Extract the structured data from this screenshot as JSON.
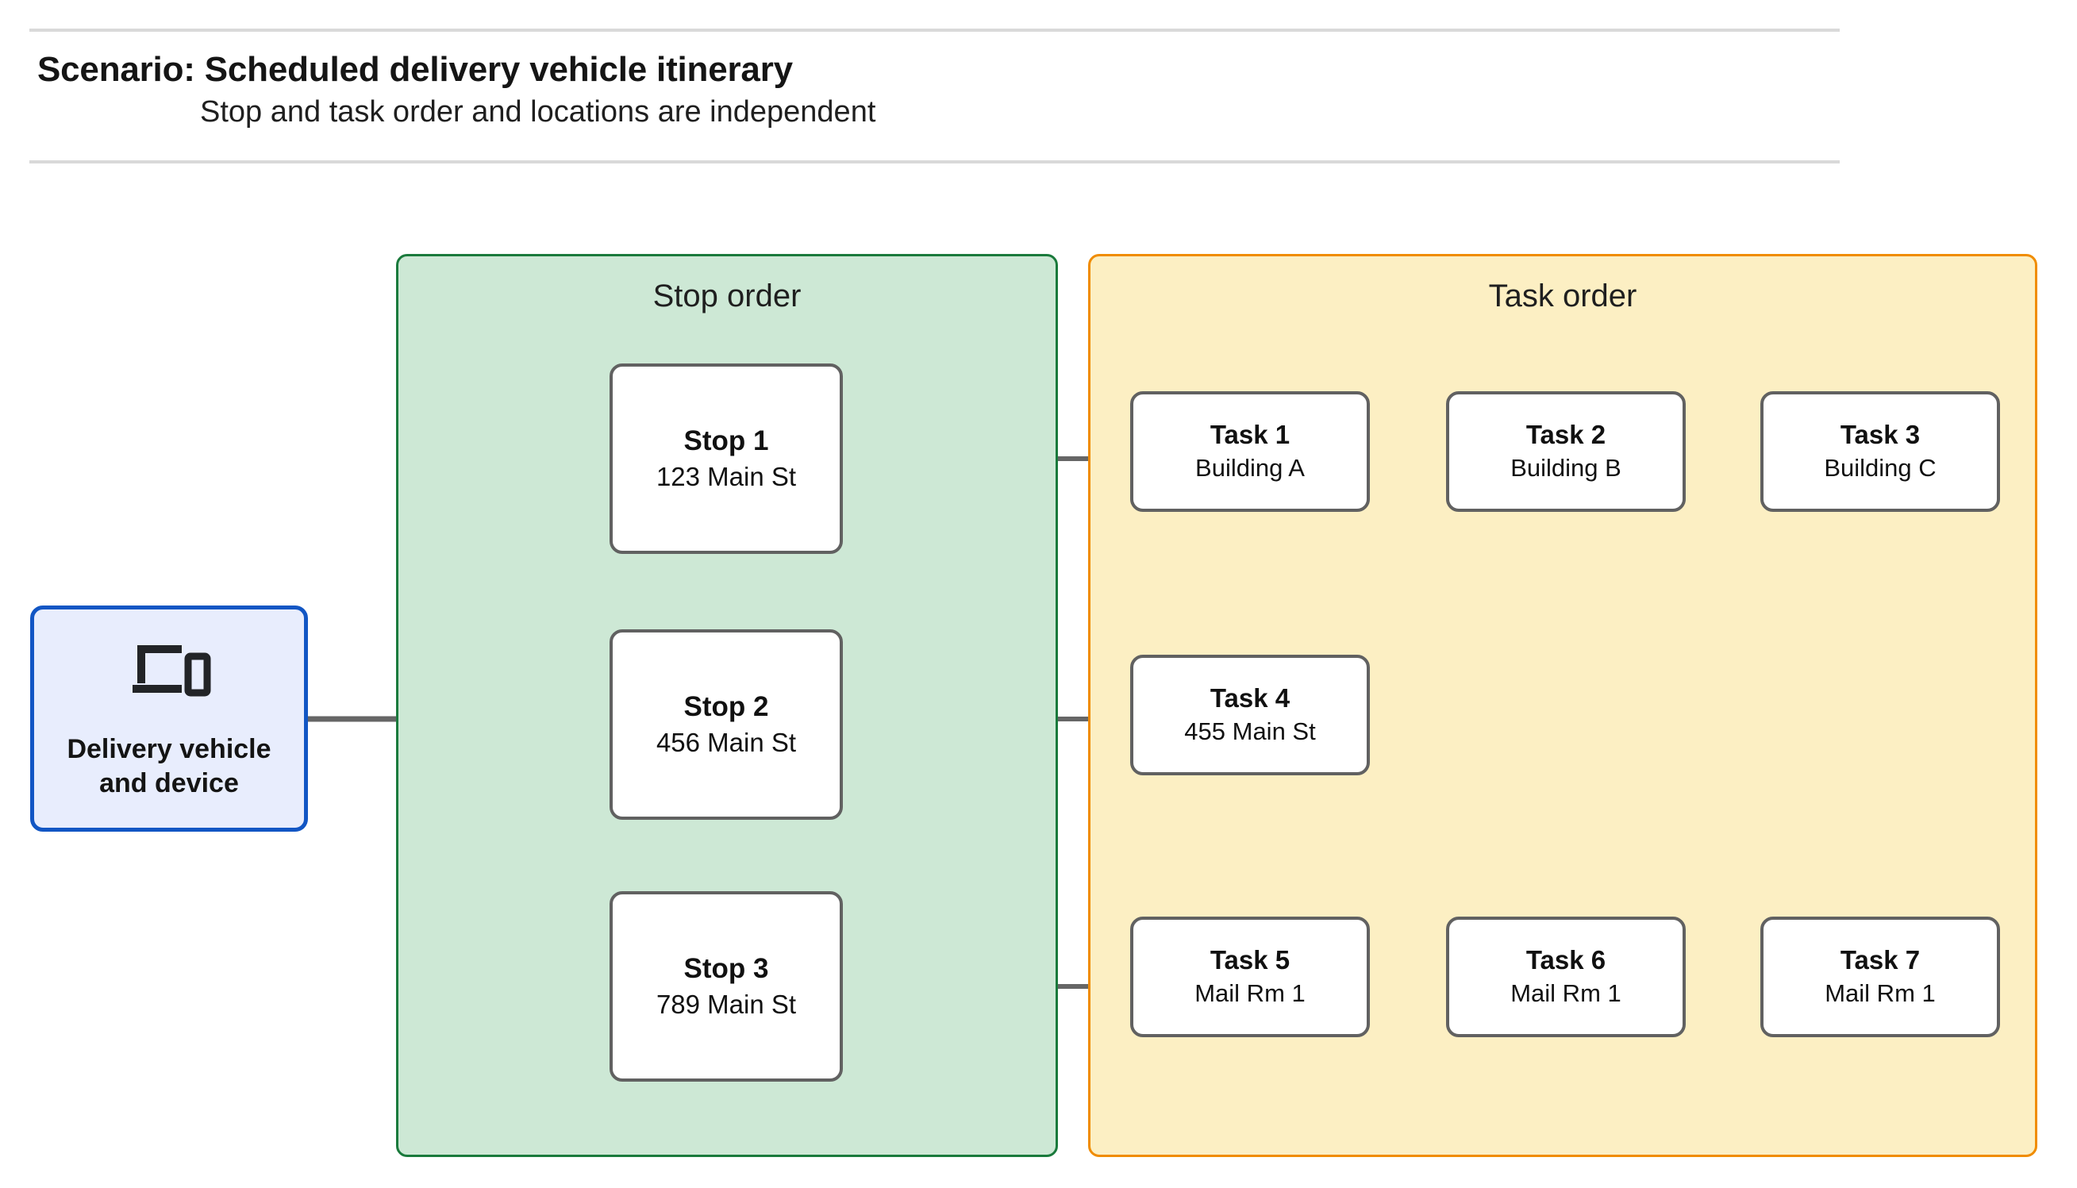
{
  "header": {
    "title": "Scenario: Scheduled delivery vehicle itinerary",
    "subtitle": "Stop and task order and locations are independent"
  },
  "device": {
    "label": "Delivery vehicle\nand device",
    "icon": "devices-icon",
    "fill": "#e8edfd",
    "border": "#1256c4"
  },
  "stop_panel": {
    "title": "Stop order",
    "fill": "#cde8d5",
    "border": "#1a7a3c",
    "stops": [
      {
        "title": "Stop 1",
        "location": "123 Main St"
      },
      {
        "title": "Stop 2",
        "location": "456 Main St"
      },
      {
        "title": "Stop 3",
        "location": "789 Main St"
      }
    ]
  },
  "task_panel": {
    "title": "Task order",
    "fill": "#fcefc3",
    "border": "#f08c00",
    "rows": [
      {
        "tasks": [
          {
            "title": "Task 1",
            "location": "Building A"
          },
          {
            "title": "Task 2",
            "location": "Building B"
          },
          {
            "title": "Task 3",
            "location": "Building C"
          }
        ]
      },
      {
        "tasks": [
          {
            "title": "Task 4",
            "location": "455 Main St"
          }
        ]
      },
      {
        "tasks": [
          {
            "title": "Task 5",
            "location": "Mail Rm 1"
          },
          {
            "title": "Task 6",
            "location": "Mail Rm 1"
          },
          {
            "title": "Task 7",
            "location": "Mail Rm 1"
          }
        ]
      }
    ]
  },
  "style": {
    "connector_color": "#666666",
    "node_border": "#616161",
    "node_fill": "#ffffff",
    "rule_color": "#d9d9d9"
  }
}
